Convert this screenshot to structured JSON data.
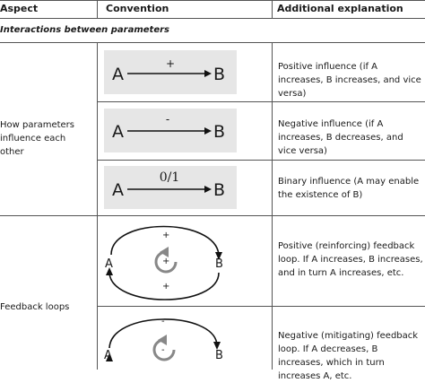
{
  "header": {
    "aspect": "Aspect",
    "convention": "Convention",
    "explanation": "Additional explanation"
  },
  "section_title": "Interactions between parameters",
  "rows": {
    "influence_aspect": "How parameters influence each other",
    "positive": {
      "a": "A",
      "b": "B",
      "sign": "+",
      "explanation": "Positive influence (if A increases, B increases, and vice versa)"
    },
    "negative": {
      "a": "A",
      "b": "B",
      "sign": "-",
      "explanation": "Negative influence (if A increases, B decreases, and vice versa)"
    },
    "binary": {
      "a": "A",
      "b": "B",
      "sign": "0/1",
      "explanation": "Binary influence (A may enable the existence of B)"
    },
    "feedback_aspect": "Feedback loops",
    "reinforcing": {
      "a": "A",
      "b": "B",
      "top_sign": "+",
      "center_sign": "+",
      "bottom_sign": "+",
      "explanation": "Positive (reinforcing) feedback loop. If A increases, B increases, and in turn A increases, etc."
    },
    "mitigating": {
      "a": "A",
      "b": "B",
      "top_sign": "-",
      "center_sign": "-",
      "explanation": "Negative (mitigating) feedback loop. If A decreases, B increases, which in turn increases A, etc."
    }
  }
}
